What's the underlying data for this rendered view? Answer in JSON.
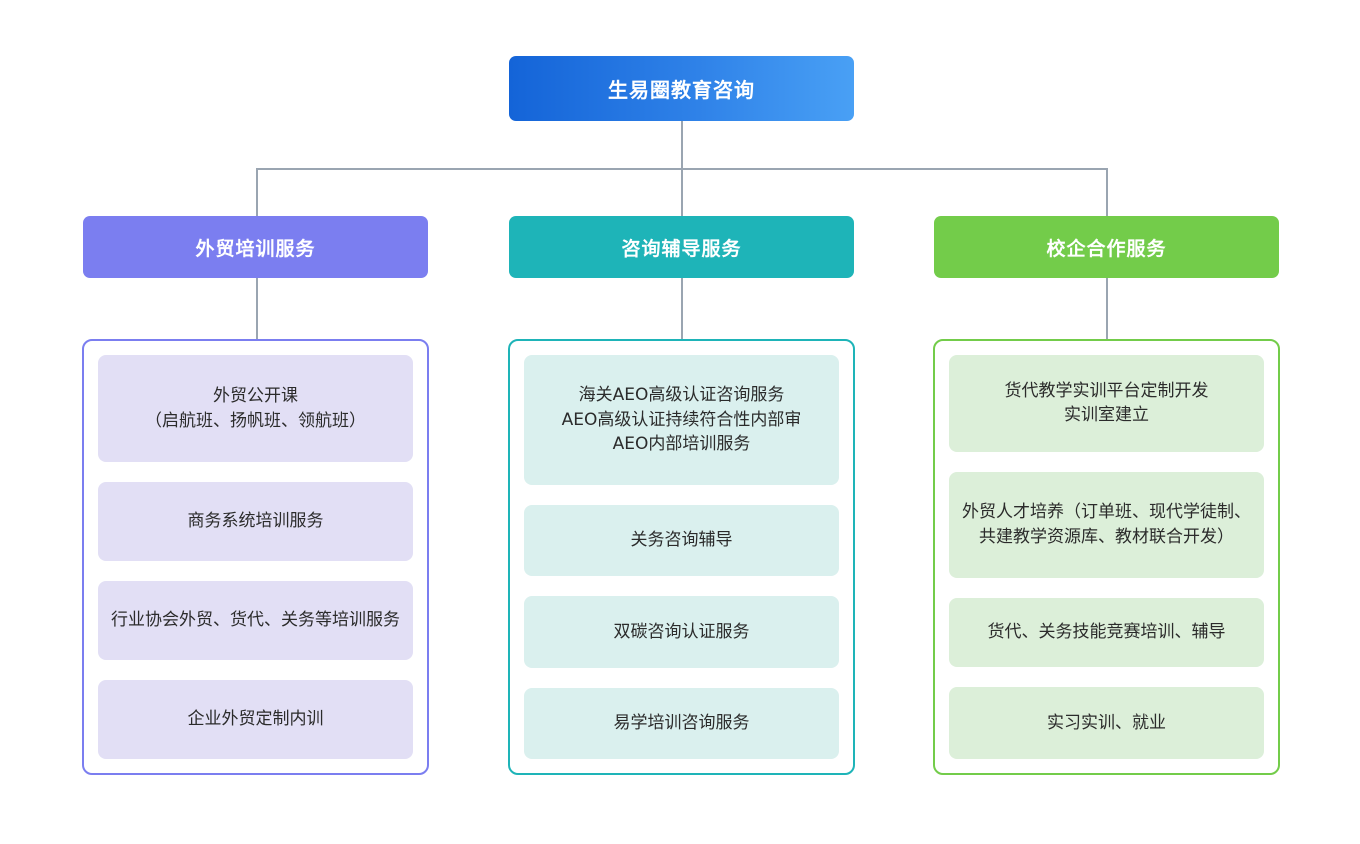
{
  "diagram": {
    "type": "organization-tree",
    "root": {
      "label": "生易圈教育咨询",
      "color_from": "#1464d8",
      "color_to": "#49a0f5"
    },
    "branches": [
      {
        "label": "外贸培训服务",
        "accent": "#7b7ef0",
        "card_bg": "#e2dff5",
        "items": [
          "外贸公开课\n（启航班、扬帆班、领航班）",
          "商务系统培训服务",
          "行业协会外贸、货代、关务等培训服务",
          "企业外贸定制内训"
        ]
      },
      {
        "label": "咨询辅导服务",
        "accent": "#1eb4b8",
        "card_bg": "#daf0ee",
        "items": [
          "海关AEO高级认证咨询服务\nAEO高级认证持续符合性内部审\nAEO内部培训服务",
          "关务咨询辅导",
          "双碳咨询认证服务",
          "易学培训咨询服务"
        ]
      },
      {
        "label": "校企合作服务",
        "accent": "#73cc4a",
        "card_bg": "#dcefd9",
        "items": [
          "货代教学实训平台定制开发\n实训室建立",
          "外贸人才培养（订单班、现代学徒制、共建教学资源库、教材联合开发）",
          "货代、关务技能竞赛培训、辅导",
          "实习实训、就业"
        ]
      }
    ],
    "connector_color": "#9aa5b1"
  }
}
